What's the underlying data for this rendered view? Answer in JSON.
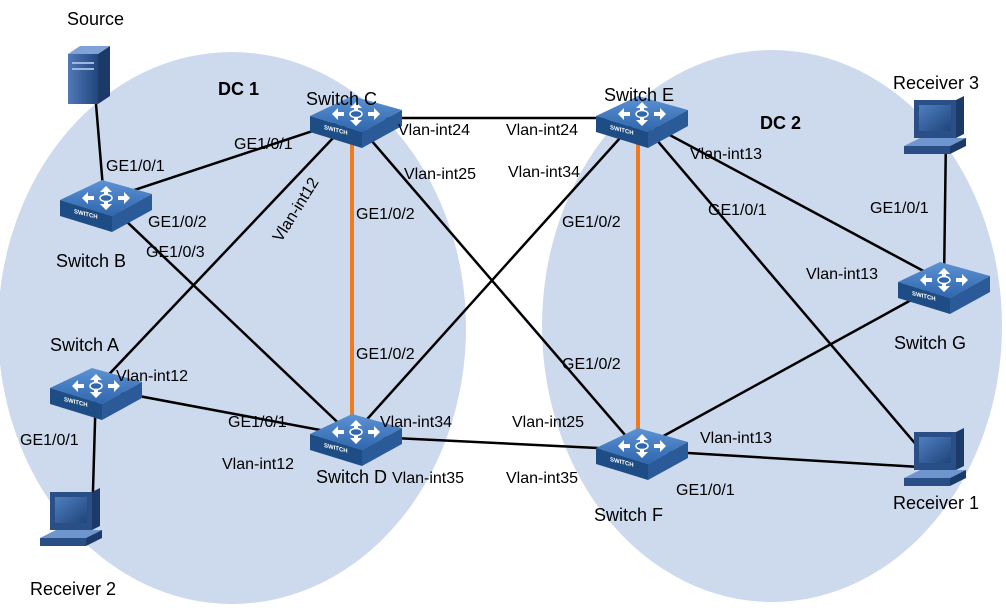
{
  "domains": [
    {
      "id": "dc1",
      "label": "DC 1"
    },
    {
      "id": "dc2",
      "label": "DC 2"
    }
  ],
  "devices": [
    {
      "id": "source",
      "type": "server",
      "label": "Source"
    },
    {
      "id": "switch-a",
      "type": "switch",
      "label": "Switch A"
    },
    {
      "id": "switch-b",
      "type": "switch",
      "label": "Switch B"
    },
    {
      "id": "switch-c",
      "type": "switch",
      "label": "Switch C"
    },
    {
      "id": "switch-d",
      "type": "switch",
      "label": "Switch D"
    },
    {
      "id": "switch-e",
      "type": "switch",
      "label": "Switch E"
    },
    {
      "id": "switch-f",
      "type": "switch",
      "label": "Switch F"
    },
    {
      "id": "switch-g",
      "type": "switch",
      "label": "Switch G"
    },
    {
      "id": "receiver-1",
      "type": "host",
      "label": "Receiver 1"
    },
    {
      "id": "receiver-2",
      "type": "host",
      "label": "Receiver 2"
    },
    {
      "id": "receiver-3",
      "type": "host",
      "label": "Receiver 3"
    }
  ],
  "switch_badge": "SWITCH",
  "links": [
    {
      "from": "source",
      "to": "switch-b",
      "kind": "normal"
    },
    {
      "from": "switch-b",
      "to": "switch-c",
      "kind": "normal"
    },
    {
      "from": "switch-b",
      "to": "switch-d",
      "kind": "normal"
    },
    {
      "from": "switch-a",
      "to": "switch-c",
      "kind": "normal"
    },
    {
      "from": "switch-a",
      "to": "switch-d",
      "kind": "normal"
    },
    {
      "from": "switch-a",
      "to": "receiver-2",
      "kind": "normal"
    },
    {
      "from": "switch-c",
      "to": "switch-d",
      "kind": "highlight"
    },
    {
      "from": "switch-c",
      "to": "switch-e",
      "kind": "normal"
    },
    {
      "from": "switch-c",
      "to": "switch-f",
      "kind": "normal"
    },
    {
      "from": "switch-d",
      "to": "switch-e",
      "kind": "normal"
    },
    {
      "from": "switch-d",
      "to": "switch-f",
      "kind": "normal"
    },
    {
      "from": "switch-e",
      "to": "switch-f",
      "kind": "highlight"
    },
    {
      "from": "switch-e",
      "to": "switch-g",
      "kind": "normal"
    },
    {
      "from": "switch-e",
      "to": "receiver-1",
      "kind": "normal"
    },
    {
      "from": "switch-f",
      "to": "switch-g",
      "kind": "normal"
    },
    {
      "from": "switch-f",
      "to": "receiver-1",
      "kind": "normal"
    },
    {
      "from": "switch-g",
      "to": "receiver-3",
      "kind": "normal"
    }
  ],
  "interface_labels": {
    "b_ge101": "GE1/0/1",
    "b_ge102": "GE1/0/2",
    "b_ge103": "GE1/0/3",
    "c_ge101": "GE1/0/1",
    "c_vlan12": "Vlan-int12",
    "c_vlan24": "Vlan-int24",
    "c_vlan25": "Vlan-int25",
    "c_ge102": "GE1/0/2",
    "a_vlan12": "Vlan-int12",
    "a_ge101": "GE1/0/1",
    "d_ge102": "GE1/0/2",
    "d_ge101": "GE1/0/1",
    "d_vlan12": "Vlan-int12",
    "d_vlan34": "Vlan-int34",
    "d_vlan35": "Vlan-int35",
    "e_vlan24": "Vlan-int24",
    "e_vlan34": "Vlan-int34",
    "e_vlan13": "Vlan-int13",
    "e_ge102": "GE1/0/2",
    "e_ge101": "GE1/0/1",
    "f_ge102": "GE1/0/2",
    "f_vlan25": "Vlan-int25",
    "f_vlan35": "Vlan-int35",
    "f_vlan13": "Vlan-int13",
    "f_ge101": "GE1/0/1",
    "g_ge101": "GE1/0/1",
    "g_vlan13": "Vlan-int13"
  },
  "colors": {
    "domain_fill": "#cdd9ec",
    "link": "#000000",
    "link_highlight": "#f07b1f",
    "switch_top": "#3a72b8",
    "switch_side": "#1e4d86",
    "device_dark": "#2a4f86"
  }
}
